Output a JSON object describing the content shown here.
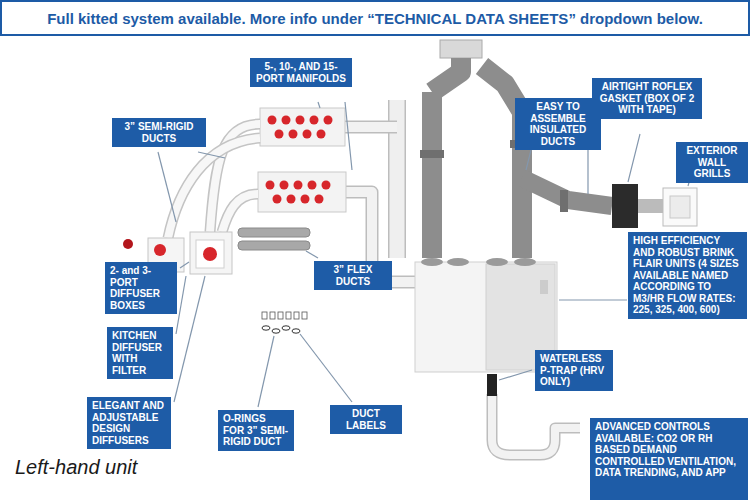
{
  "diagram": {
    "title": "Full kitted system available. More info under “TECHNICAL DATA SHEETS” dropdown below.",
    "nodes": [
      {
        "text": [
          "5-, 10-, AND 15- PORT MANIFOLDS"
        ]
      },
      {
        "text": [
          "3” SEMI-RIGID DUCTS"
        ]
      },
      {
        "text": [
          "EASY TO ASSEMBLE INSULATED DUCTS"
        ]
      },
      {
        "text": [
          "AIRTIGHT ROFLEX GASKET (BOX OF 2 WITH TAPE)"
        ]
      },
      {
        "text": [
          "EXTERIOR WALL GRILLS"
        ]
      },
      {
        "text": [
          "HIGH EFFICIENCY AND ROBUST BRINK FLAIR UNITS (4 SIZES AVAILABLE NAMED ACCORDING TO M3/HR FLOW RATES: 225, 325, 400, 600)"
        ]
      },
      {
        "text": [
          "2- and 3-PORT DIFFUSER BOXES"
        ]
      },
      {
        "text": [
          "3” FLEX DUCTS"
        ]
      },
      {
        "text": [
          "KITCHEN DIFFUSER WITH FILTER"
        ]
      },
      {
        "text": [
          "WATERLESS P-TRAP (HRV ONLY)"
        ]
      },
      {
        "text": [
          "ELEGANT AND ADJUSTABLE DESIGN DIFFUSERS"
        ]
      },
      {
        "text": [
          "DUCT LABELS"
        ]
      },
      {
        "text": [
          "O-RINGS FOR 3” SEMI-RIGID DUCT"
        ]
      },
      {
        "text": [
          "ADVANCED CONTROLS AVAILABLE: CO2 OR RH BASED DEMAND CONTROLLED VENTILATION, DATA TRENDING, AND APP"
        ]
      }
    ],
    "labels": [
      "Left-hand unit"
    ]
  }
}
